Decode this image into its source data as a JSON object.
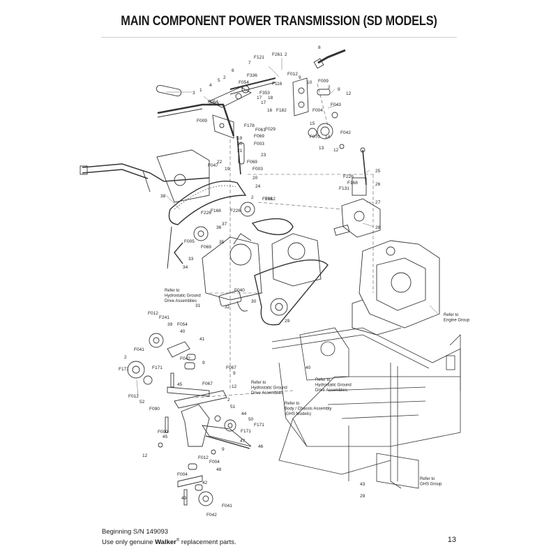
{
  "page": {
    "title": "MAIN COMPONENT POWER TRANSMISSION (SD MODELS)",
    "footer_line1": "Beginning S/N 149093",
    "footer_line2_pre": "Use only genuine ",
    "footer_brand": "Walker",
    "footer_reg": "®",
    "footer_line2_post": " replacement parts.",
    "page_number": "13"
  },
  "refer_notes": [
    {
      "id": "hydro-1",
      "lines": [
        "Refer to",
        "Hydrostatic Ground",
        "Drive Assemblies"
      ]
    },
    {
      "id": "hydro-2",
      "lines": [
        "Refer to",
        "Hydrostatic Ground",
        "Drive Assemblies"
      ]
    },
    {
      "id": "hydro-3",
      "lines": [
        "Refer to",
        "Hydrostatic Ground",
        "Drive Assemblies"
      ]
    },
    {
      "id": "engine",
      "lines": [
        "Refer to",
        "Engine Group"
      ]
    },
    {
      "id": "body",
      "lines": [
        "Refer to",
        "Body / Chassis Assembly",
        "(GHS Models)"
      ]
    },
    {
      "id": "ghs",
      "lines": [
        "Refer to",
        "GHS Group"
      ]
    }
  ],
  "callouts": [
    "8",
    "F121",
    "F261",
    "2",
    "7",
    "6",
    "F336",
    "3",
    "F054",
    "2",
    "F054",
    "5",
    "1",
    "4",
    "F012",
    "9",
    "F116",
    "10",
    "F009",
    "2",
    "9",
    "12",
    "F353",
    "17",
    "18",
    "17",
    "F255",
    "16",
    "F182",
    "F004",
    "F043",
    "F009",
    "F178",
    "F061",
    "F029",
    "15",
    "F070",
    "14",
    "F042",
    "13",
    "12",
    "19",
    "20",
    "F069",
    "F003",
    "21",
    "23",
    "22",
    "19",
    "F047",
    "F069",
    "F003",
    "20",
    "24",
    "2",
    "F168",
    "F012",
    "38",
    "F226",
    "F168",
    "F226",
    "36",
    "37",
    "F226",
    "F168",
    "F131",
    "25",
    "26",
    "27",
    "28",
    "F005",
    "F069",
    "35",
    "33",
    "34",
    "F040",
    "31",
    "32",
    "30",
    "29",
    "F012",
    "F241",
    "39",
    "F054",
    "40",
    "41",
    "F041",
    "F042",
    "9",
    "2",
    "F171",
    "F171",
    "F067",
    "9",
    "12",
    "F012",
    "52",
    "45",
    "F067",
    "2",
    "F090",
    "51",
    "44",
    "50",
    "F171",
    "F171",
    "F090",
    "45",
    "47",
    "12",
    "9",
    "46",
    "F012",
    "F004",
    "48",
    "F004",
    "42",
    "49",
    "F042",
    "F041",
    "40",
    "43",
    "29",
    "F012",
    "F012",
    "F168",
    "F226"
  ]
}
